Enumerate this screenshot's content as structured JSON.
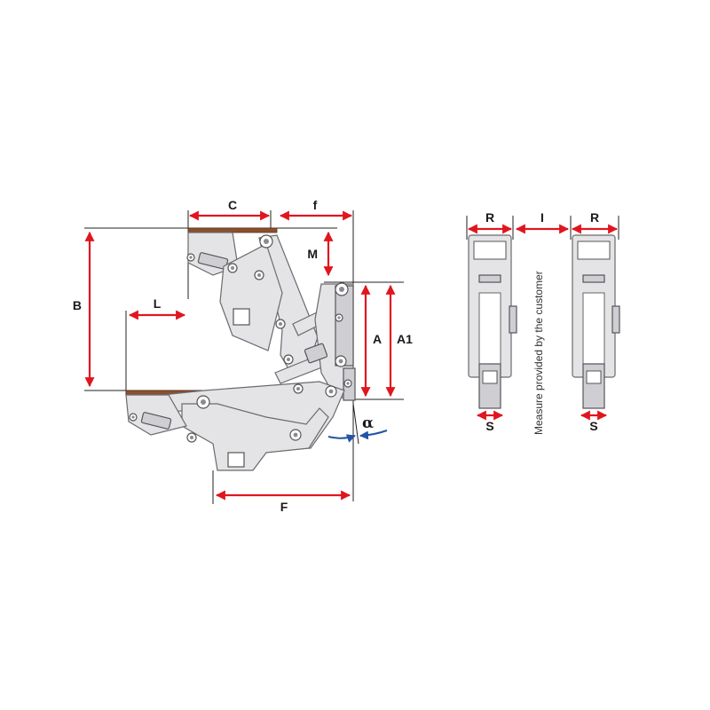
{
  "labels": {
    "C": "C",
    "f": "f",
    "M": "M",
    "B": "B",
    "L": "L",
    "A": "A",
    "A1": "A1",
    "alpha": "α",
    "F": "F",
    "R_left": "R",
    "I": "I",
    "R_right": "R",
    "S_left": "S",
    "S_right": "S"
  },
  "note": "Measure provided by the customer",
  "colors": {
    "dimension": "#e0161f",
    "angle_arrow": "#2255a4",
    "wood": "#8c4f2e",
    "metal": "#e4e4e6"
  }
}
